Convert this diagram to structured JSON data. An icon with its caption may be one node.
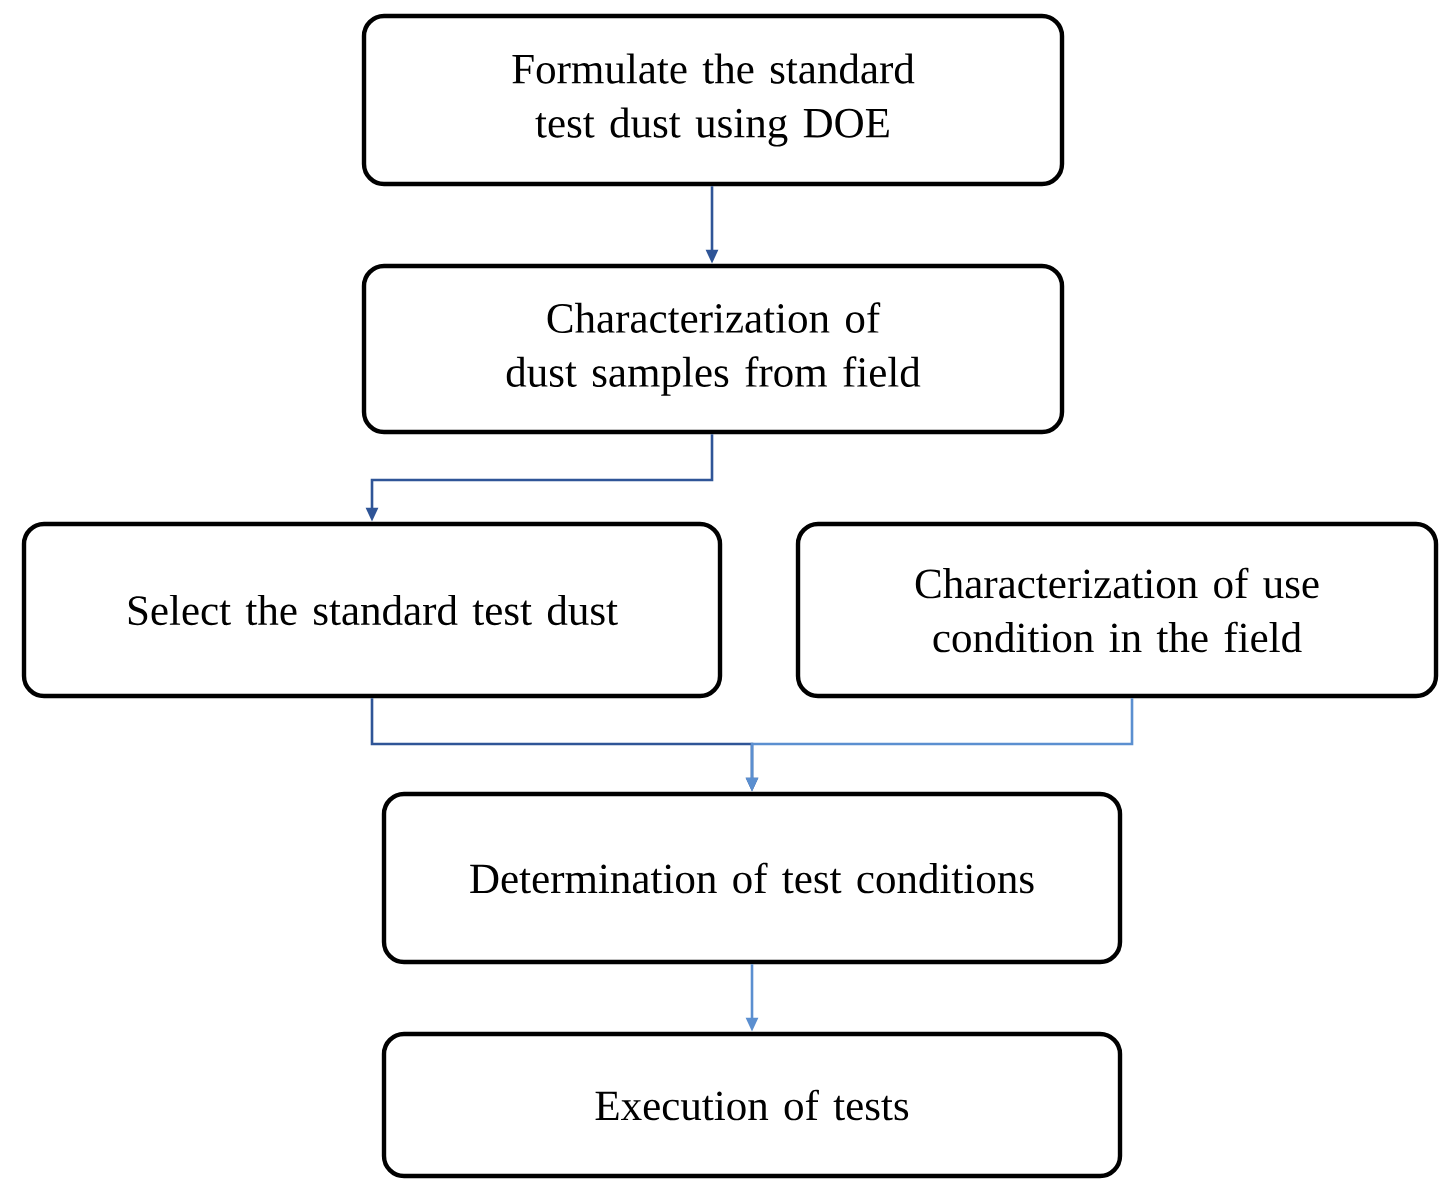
{
  "diagram": {
    "nodes": [
      {
        "text": [
          "Formulate the standard test dust using DOE"
        ]
      },
      {
        "text": [
          "Characterization of dust samples from field"
        ]
      },
      {
        "text": [
          "Select the standard test dust"
        ]
      },
      {
        "text": [
          "Characterization of use condition in the field"
        ]
      },
      {
        "text": [
          "Determination of test conditions"
        ]
      },
      {
        "text": [
          "Execution of tests"
        ]
      }
    ],
    "edges": [
      {
        "from": 0,
        "to": 1,
        "arrow": "to"
      },
      {
        "from": 1,
        "to": 2,
        "arrow": "to"
      },
      {
        "from": 2,
        "to": 4,
        "arrow": "to"
      },
      {
        "from": 3,
        "to": 4,
        "arrow": "to",
        "color": "#5b8fd0"
      },
      {
        "from": 4,
        "to": 5,
        "arrow": "to",
        "color": "#5b8fd0"
      }
    ]
  }
}
